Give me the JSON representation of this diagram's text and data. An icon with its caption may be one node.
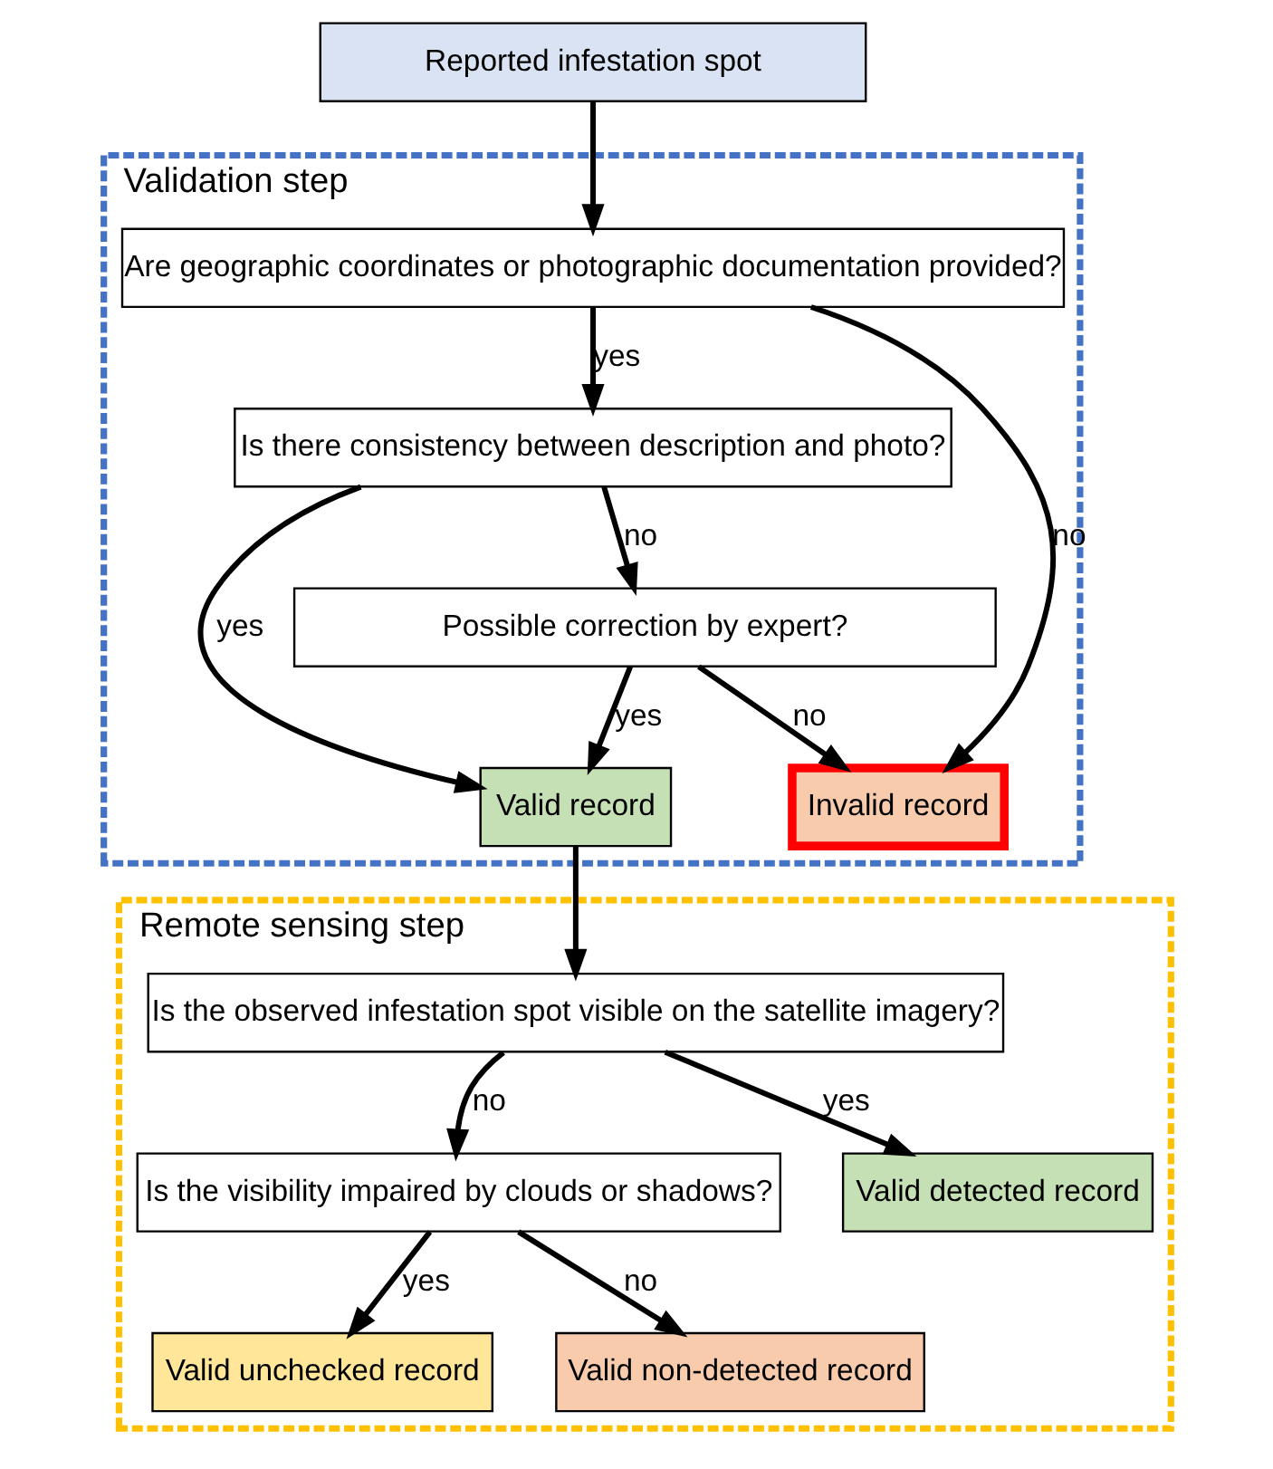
{
  "diagram": {
    "nodes": [
      {
        "text": [
          "Reported infestation spot"
        ]
      },
      {
        "text": [
          "Validation step"
        ]
      },
      {
        "text": [
          "Are geographic coordinates or photographic documentation provided?"
        ],
        "in": 1
      },
      {
        "text": [
          "Is there consistency between description and photo?"
        ],
        "in": 1
      },
      {
        "text": [
          "Possible correction by expert?"
        ],
        "in": 1
      },
      {
        "text": [
          "Valid record"
        ],
        "in": 1
      },
      {
        "text": [
          "Invalid record"
        ],
        "in": 1
      },
      {
        "text": [
          "Remote sensing step"
        ]
      },
      {
        "text": [
          "Is the observed infestation spot visible on the satellite imagery?"
        ],
        "in": 7
      },
      {
        "text": [
          "Is the visibility impaired by clouds or shadows?"
        ],
        "in": 7
      },
      {
        "text": [
          "Valid detected record"
        ],
        "in": 7
      },
      {
        "text": [
          "Valid unchecked record"
        ],
        "in": 7
      },
      {
        "text": [
          "Valid non-detected record"
        ],
        "in": 7
      }
    ],
    "edges": [
      {
        "from": 0,
        "to": 2,
        "arrow": "to"
      },
      {
        "from": 2,
        "to": 3,
        "arrow": "to",
        "label": "yes"
      },
      {
        "from": 2,
        "to": 6,
        "arrow": "to",
        "label": "no"
      },
      {
        "from": 3,
        "to": 5,
        "arrow": "to",
        "label": "yes"
      },
      {
        "from": 3,
        "to": 4,
        "arrow": "to",
        "label": "no"
      },
      {
        "from": 4,
        "to": 5,
        "arrow": "to",
        "label": "yes"
      },
      {
        "from": 4,
        "to": 6,
        "arrow": "to",
        "label": "no"
      },
      {
        "from": 5,
        "to": 8,
        "arrow": "to"
      },
      {
        "from": 8,
        "to": 10,
        "arrow": "to",
        "label": "yes"
      },
      {
        "from": 8,
        "to": 9,
        "arrow": "to",
        "label": "no"
      },
      {
        "from": 9,
        "to": 11,
        "arrow": "to",
        "label": "yes"
      },
      {
        "from": 9,
        "to": 12,
        "arrow": "to",
        "label": "no"
      }
    ]
  }
}
